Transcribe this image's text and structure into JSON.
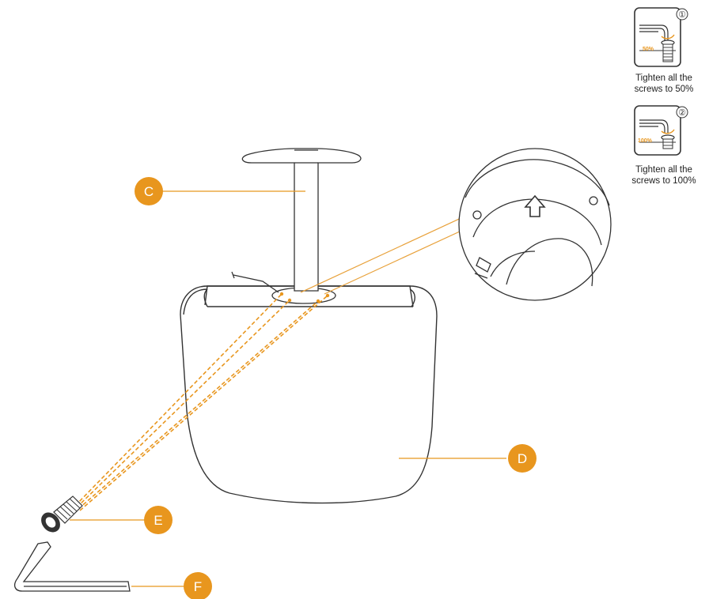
{
  "labels": {
    "c": "C",
    "d": "D",
    "e": "E",
    "f": "F"
  },
  "steps": [
    {
      "number": "①",
      "percent": "50%",
      "caption_line1": "Tighten all the",
      "caption_line2": "screws to 50%"
    },
    {
      "number": "②",
      "percent": "100%",
      "caption_line1": "Tighten all the",
      "caption_line2": "screws to 100%"
    }
  ],
  "colors": {
    "accent": "#e8961e",
    "line": "#333333",
    "detail_line": "#e8a13a"
  }
}
